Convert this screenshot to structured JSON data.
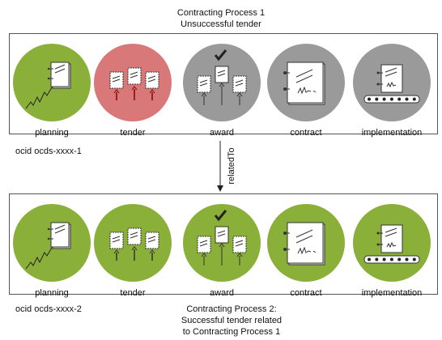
{
  "colors": {
    "green": "#8bb03a",
    "red": "#d87878",
    "grey": "#9a9a9a",
    "red_arrow": "#8b0000"
  },
  "process1": {
    "caption_line1": "Contracting Process 1",
    "caption_line2": "Unsuccessful tender",
    "ocid": "ocid ocds-xxxx-1",
    "stages": [
      {
        "label": "planning",
        "state": "green"
      },
      {
        "label": "tender",
        "state": "red"
      },
      {
        "label": "award",
        "state": "grey"
      },
      {
        "label": "contract",
        "state": "grey"
      },
      {
        "label": "implementation",
        "state": "grey"
      }
    ]
  },
  "process2": {
    "caption_line1": "Contracting Process 2:",
    "caption_line2": "Successful tender related",
    "caption_line3": "to Contracting Process 1",
    "ocid": "ocid ocds-xxxx-2",
    "stages": [
      {
        "label": "planning",
        "state": "green"
      },
      {
        "label": "tender",
        "state": "green"
      },
      {
        "label": "award",
        "state": "green"
      },
      {
        "label": "contract",
        "state": "green"
      },
      {
        "label": "implementation",
        "state": "green"
      }
    ]
  },
  "relation_label": "relatedTo",
  "icons": [
    "planning-icon",
    "tender-icon",
    "award-icon",
    "contract-icon",
    "implementation-icon"
  ]
}
